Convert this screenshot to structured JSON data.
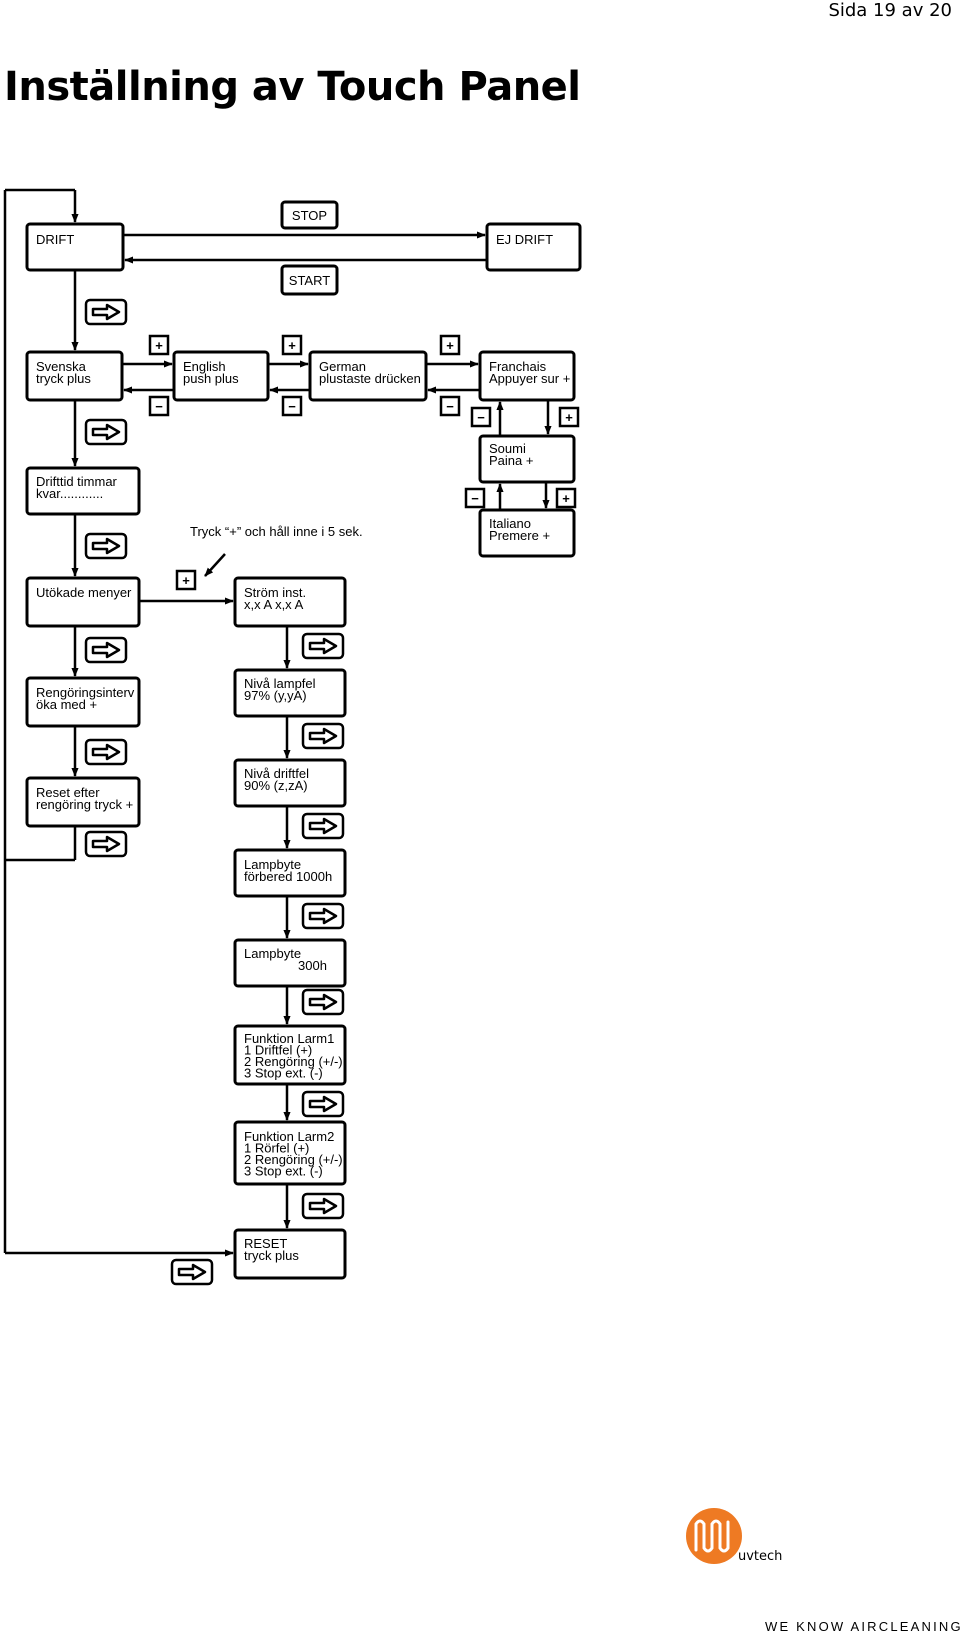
{
  "header": {
    "page_number": "Sida 19 av 20",
    "title": "Inställning av Touch Panel"
  },
  "diagram": {
    "boxes": {
      "drift": [
        "DRIFT"
      ],
      "ej_drift": [
        "EJ DRIFT"
      ],
      "stop": [
        "STOP"
      ],
      "start": [
        "START"
      ],
      "svenska": [
        "Svenska",
        "tryck  plus"
      ],
      "english": [
        "English",
        "push plus"
      ],
      "german": [
        "German",
        "plustaste drücken"
      ],
      "franchais": [
        "Franchais",
        "Appuyer sur +"
      ],
      "soumi": [
        "Soumi",
        "Paina +"
      ],
      "italiano": [
        "Italiano",
        "Premere +"
      ],
      "drifttid": [
        "Drifttid timmar",
        "kvar............"
      ],
      "utokade": [
        "Utökade menyer"
      ],
      "strom": [
        "Ström inst.",
        "x,x A       x,x A"
      ],
      "rengoringsinterv": [
        "Rengöringsinterv",
        "öka med +"
      ],
      "niva_lampfel": [
        "Nivå lampfel",
        "97% (y,yA)"
      ],
      "reset_efter": [
        "Reset efter",
        "rengöring tryck +"
      ],
      "niva_driftfel": [
        "Nivå driftfel",
        "90% (z,zA)"
      ],
      "lampbyte_forbered": [
        "Lampbyte",
        "förbered     1000h"
      ],
      "lampbyte": [
        "Lampbyte",
        "300h"
      ],
      "funktion_larm1": [
        "Funktion Larm1",
        "1 Driftfel (+)",
        "2 Rengöring (+/-)",
        "3 Stop ext. (-)"
      ],
      "funktion_larm2": [
        "Funktion Larm2",
        "1 Rörfel (+)",
        "2 Rengöring (+/-)",
        "3 Stop ext. (-)"
      ],
      "reset": [
        "RESET",
        "tryck plus"
      ]
    },
    "note": "Tryck  “+”  och håll inne i 5 sek.",
    "symbols": {
      "plus": "+",
      "minus": "−"
    },
    "icons": {
      "next": "arrow-right-icon",
      "plus": "plus-button-icon",
      "minus": "minus-button-icon"
    }
  },
  "logo": {
    "name": "uvtech",
    "tagline": "WE KNOW AIRCLEANING",
    "color": "#ee7a23"
  }
}
